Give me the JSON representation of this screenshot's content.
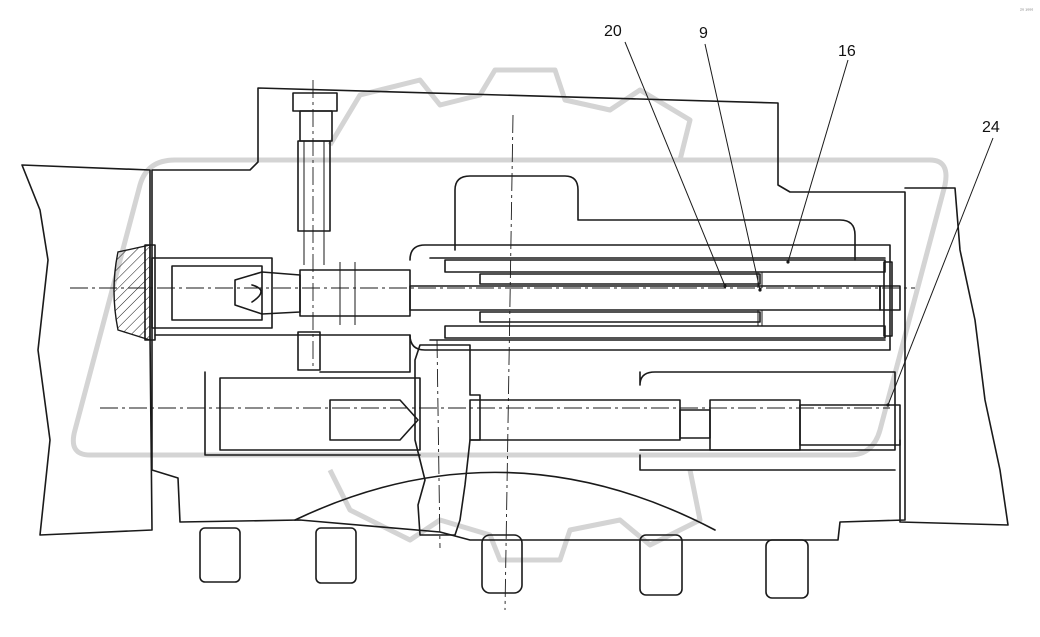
{
  "corner_mark": "₂₀ ₁₀₀₀",
  "callouts": [
    {
      "id": "20",
      "label": "20"
    },
    {
      "id": "9",
      "label": "9"
    },
    {
      "id": "16",
      "label": "16"
    },
    {
      "id": "24",
      "label": "24"
    }
  ]
}
